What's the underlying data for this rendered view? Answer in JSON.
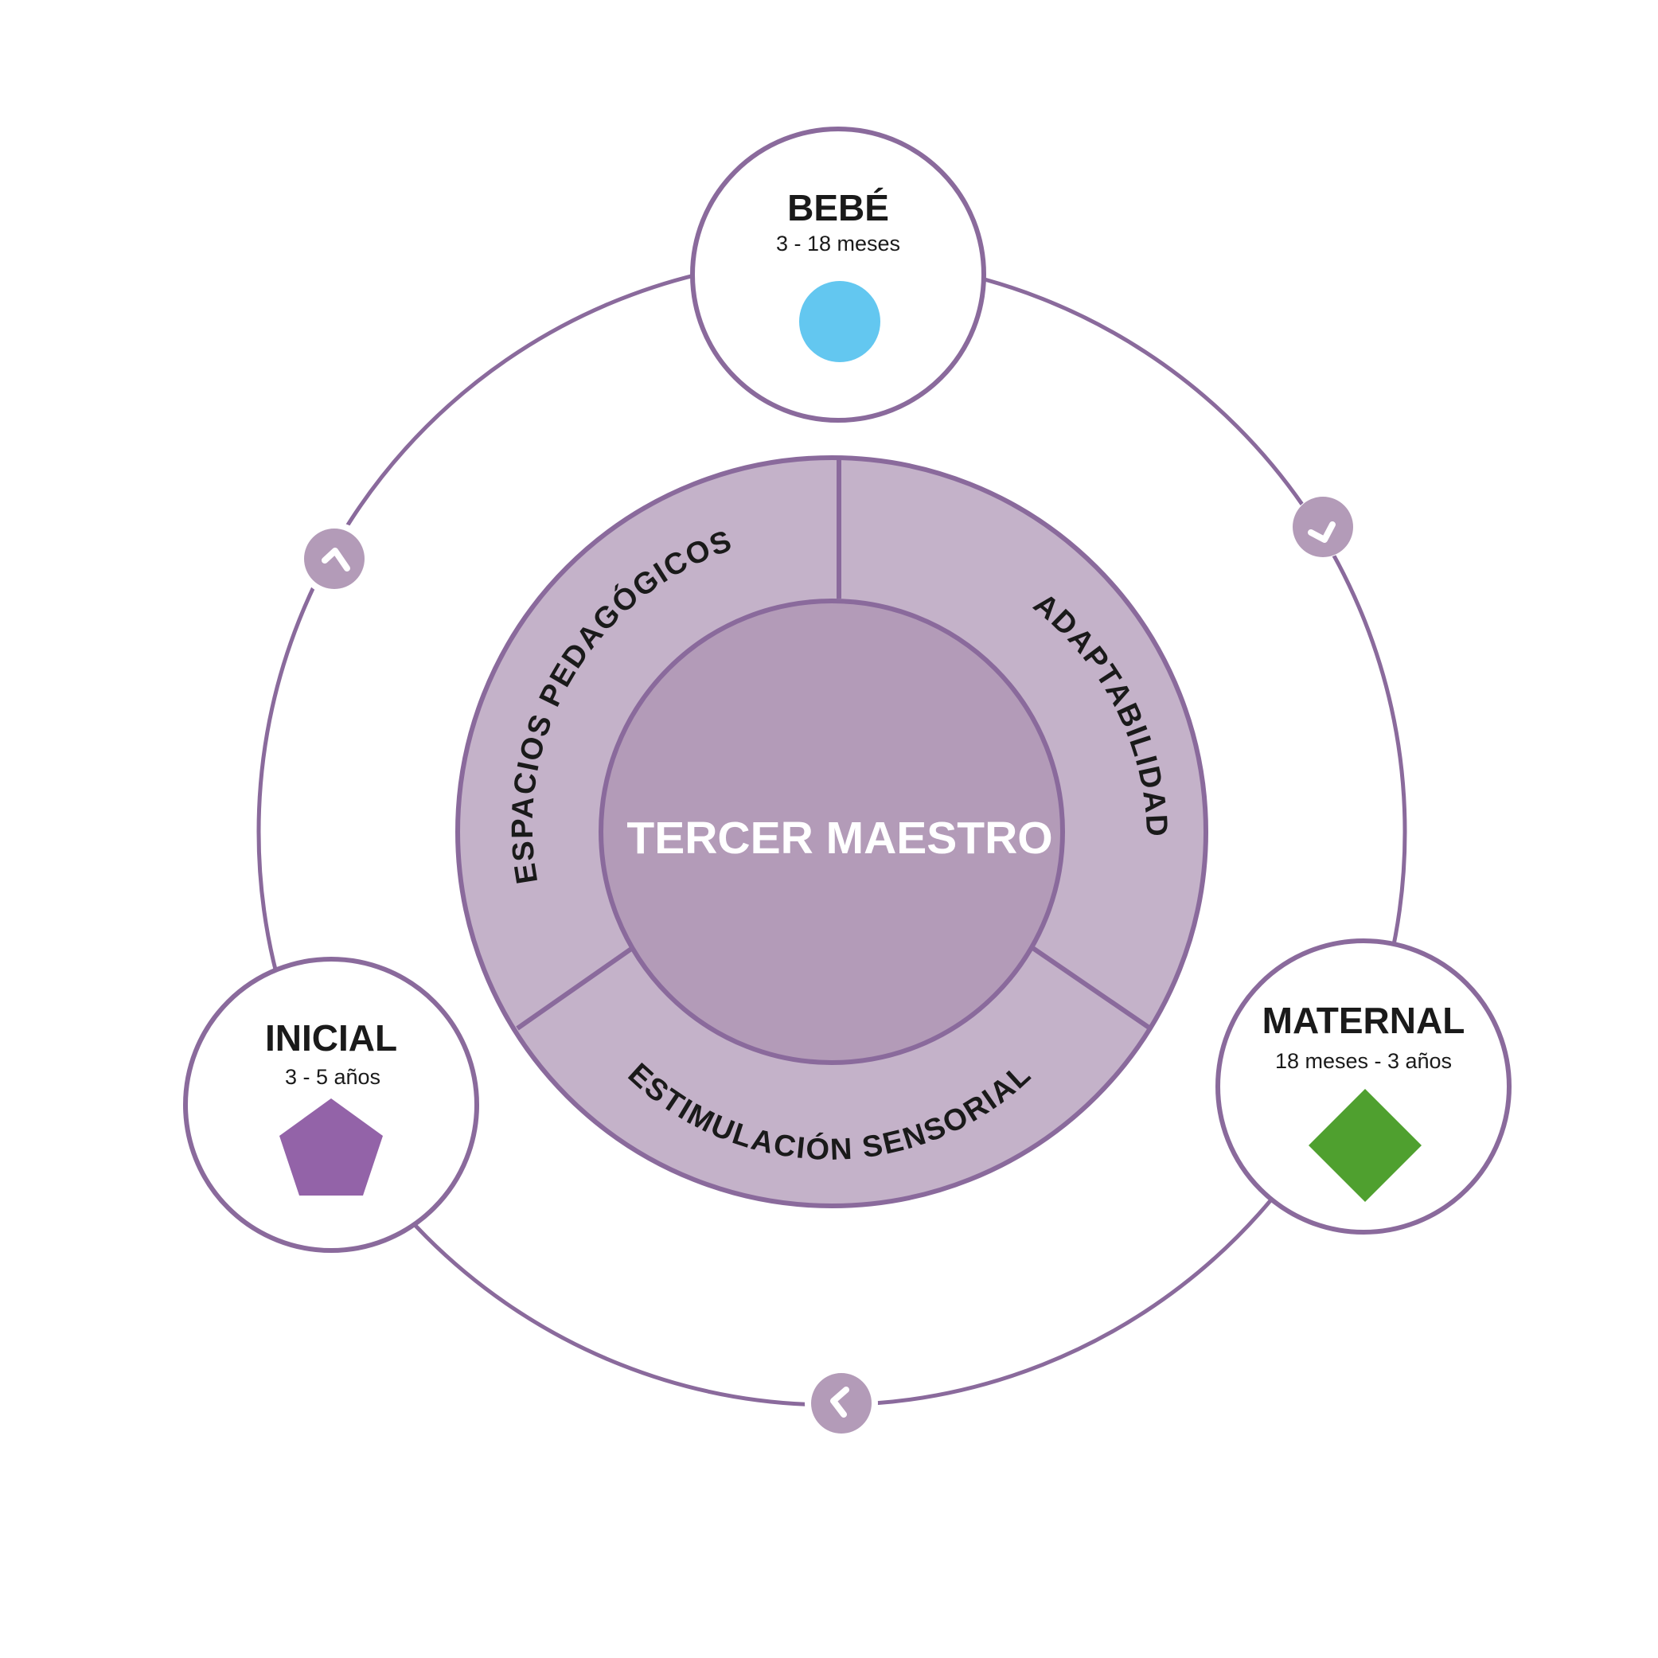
{
  "core": {
    "label": "TERCER MAESTRO"
  },
  "pillars": [
    {
      "label": "ESPACIOS PEDAGÓGICOS"
    },
    {
      "label": "ADAPTABILIDAD"
    },
    {
      "label": "ESTIMULACIÓN SENSORIAL"
    }
  ],
  "stages": [
    {
      "title": "BEBÉ",
      "subtitle": "3 - 18 meses",
      "shape": "circle",
      "color": "#63c7f0"
    },
    {
      "title": "MATERNAL",
      "subtitle": "18 meses - 3 años",
      "shape": "diamond",
      "color": "#4fa02f"
    },
    {
      "title": "INICIAL",
      "subtitle": "3 - 5 años",
      "shape": "pentagon",
      "color": "#9363a8"
    }
  ],
  "colors": {
    "stroke": "#8a6a9c",
    "ring_fill": "#c4b2c9",
    "core_fill": "#b39bb8",
    "arrow_fill": "#b39bb8"
  },
  "icons": {
    "cycle_arrow": "chevron-arrow-icon"
  }
}
